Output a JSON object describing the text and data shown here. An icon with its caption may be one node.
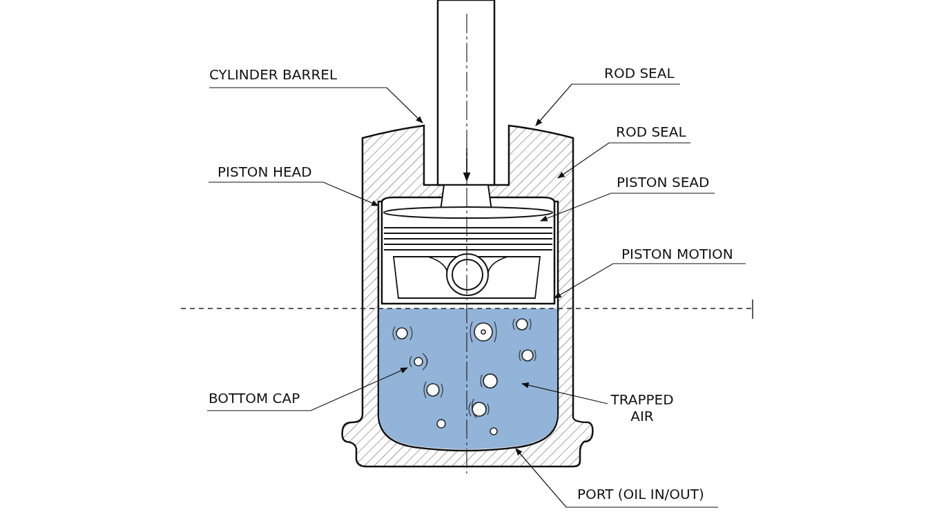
{
  "diagram": {
    "nodes": [
      {
        "text": [
          "CYLINDER BARREL"
        ]
      },
      {
        "text": [
          "ROD SEAL"
        ]
      },
      {
        "text": [
          "ROD SEAL"
        ]
      },
      {
        "text": [
          "PISTON HEAD"
        ]
      },
      {
        "text": [
          "PISTON SEAD"
        ]
      },
      {
        "text": [
          "PISTON MOTION"
        ]
      },
      {
        "text": [
          "BOTTOM CAP"
        ]
      },
      {
        "text": [
          "TRAPPED AIR"
        ]
      },
      {
        "text": [
          "PORT (OIL IN/OUT)"
        ]
      }
    ],
    "edges": [
      {
        "from": 0,
        "to": null,
        "arrow": "to"
      },
      {
        "from": 1,
        "to": null,
        "arrow": "to"
      },
      {
        "from": 2,
        "to": null,
        "arrow": "to"
      },
      {
        "from": 3,
        "to": null,
        "arrow": "to"
      },
      {
        "from": 4,
        "to": null,
        "arrow": "to"
      },
      {
        "from": 5,
        "to": null,
        "arrow": "to"
      },
      {
        "from": 6,
        "to": null,
        "arrow": "to"
      },
      {
        "from": 7,
        "to": null,
        "arrow": "to"
      },
      {
        "from": 8,
        "to": null,
        "arrow": "to"
      }
    ]
  }
}
